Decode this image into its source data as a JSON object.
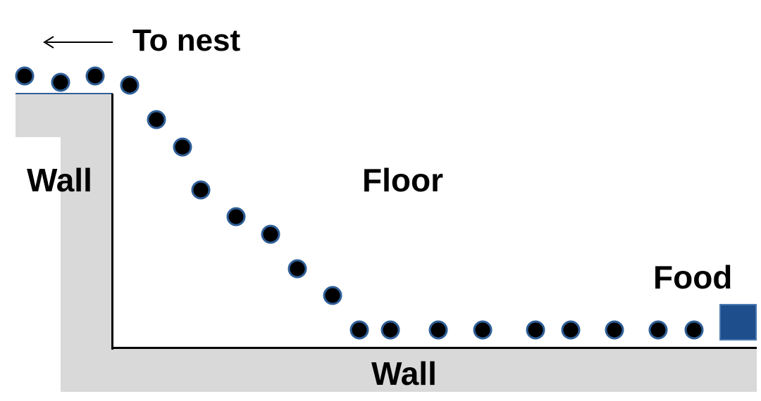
{
  "labels": {
    "to_nest": "To nest",
    "left_wall": "Wall",
    "floor": "Floor",
    "food": "Food",
    "bottom_wall": "Wall"
  },
  "icons": {
    "direction_arrow": "left-arrow-icon",
    "food": "food-square-icon"
  },
  "colors": {
    "wall_fill": "#d9d9d9",
    "ant_fill": "#000000",
    "ant_stroke": "#2f5f98",
    "food_fill": "#1f4e8c",
    "food_stroke": "#4a78b0"
  }
}
